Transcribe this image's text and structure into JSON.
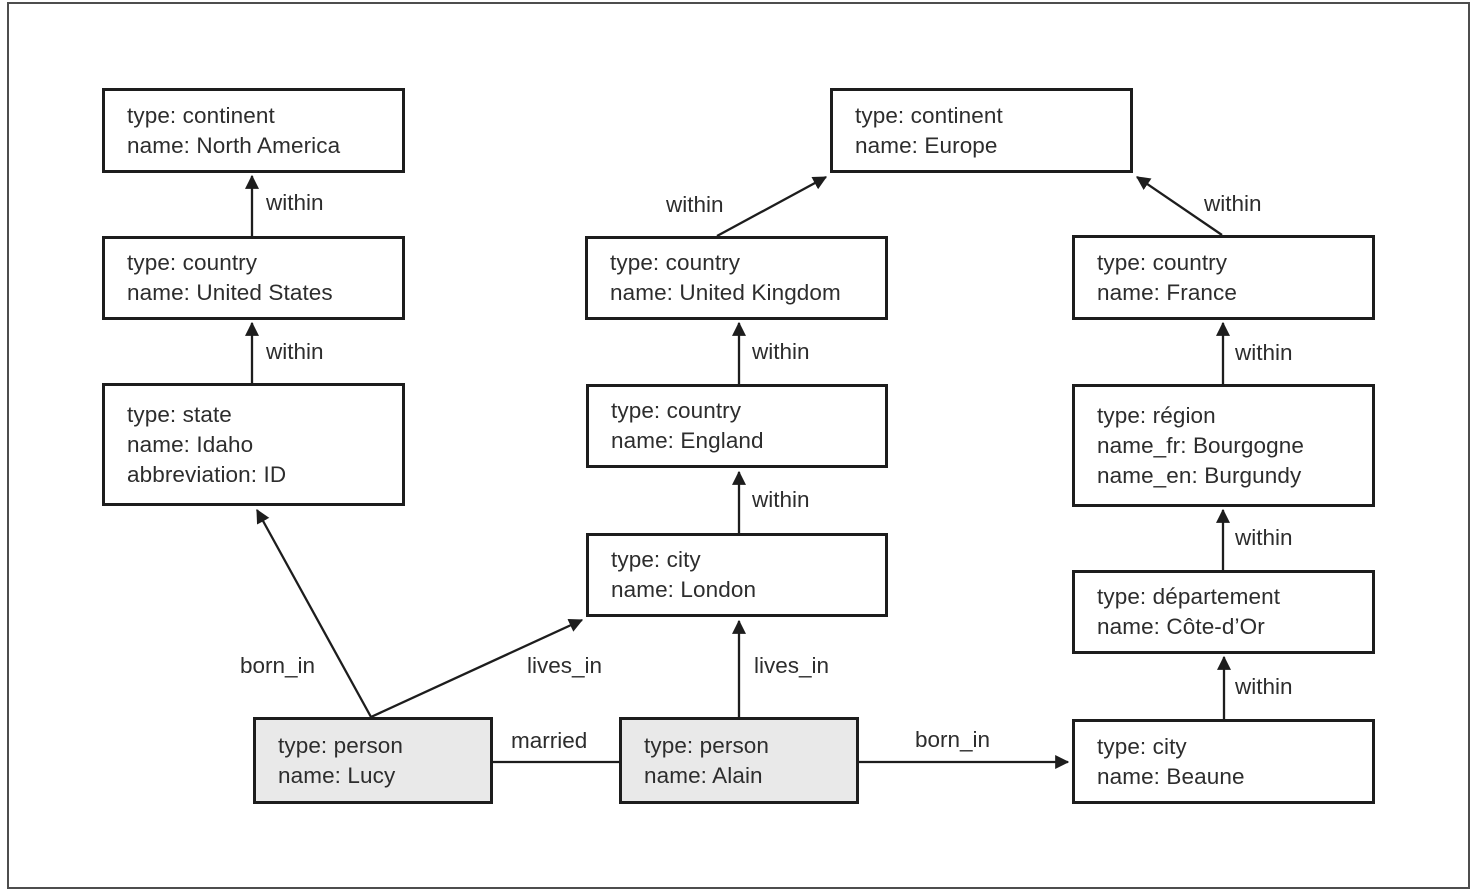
{
  "diagram": {
    "description": "Property graph data model example: people, cities, regions, countries, continents connected by born_in, lives_in, married and within edges",
    "colors": {
      "background": "#ffffff",
      "frame_border": "#4d4d4d",
      "node_border": "#1d1d1d",
      "edge_stroke": "#1d1d1d",
      "text": "#2d2d2d",
      "person_node_fill": "#e9e9e9"
    },
    "nodes": {
      "north_america": {
        "line1": "type: continent",
        "line2": "name: North America"
      },
      "united_states": {
        "line1": "type: country",
        "line2": "name: United States"
      },
      "idaho": {
        "line1": "type: state",
        "line2": "name: Idaho",
        "line3": "abbreviation: ID"
      },
      "europe": {
        "line1": "type: continent",
        "line2": "name: Europe"
      },
      "united_kingdom": {
        "line1": "type: country",
        "line2": "name: United Kingdom"
      },
      "england": {
        "line1": "type: country",
        "line2": "name: England"
      },
      "london": {
        "line1": "type: city",
        "line2": "name: London"
      },
      "france": {
        "line1": "type: country",
        "line2": "name: France"
      },
      "bourgogne": {
        "line1": "type: région",
        "line2": "name_fr: Bourgogne",
        "line3": "name_en: Burgundy"
      },
      "cote_dor": {
        "line1": "type: département",
        "line2": "name: Côte-d’Or"
      },
      "beaune": {
        "line1": "type: city",
        "line2": "name: Beaune"
      },
      "lucy": {
        "line1": "type: person",
        "line2": "name: Lucy"
      },
      "alain": {
        "line1": "type: person",
        "line2": "name: Alain"
      }
    },
    "labels": {
      "within": "within",
      "born_in": "born_in",
      "lives_in": "lives_in",
      "married": "married"
    },
    "edges": [
      {
        "from": "united_states",
        "to": "north_america",
        "label": "within"
      },
      {
        "from": "idaho",
        "to": "united_states",
        "label": "within"
      },
      {
        "from": "lucy",
        "to": "idaho",
        "label": "born_in"
      },
      {
        "from": "lucy",
        "to": "london",
        "label": "lives_in"
      },
      {
        "from": "lucy",
        "to": "alain",
        "label": "married"
      },
      {
        "from": "alain",
        "to": "london",
        "label": "lives_in"
      },
      {
        "from": "alain",
        "to": "beaune",
        "label": "born_in"
      },
      {
        "from": "london",
        "to": "england",
        "label": "within"
      },
      {
        "from": "england",
        "to": "united_kingdom",
        "label": "within"
      },
      {
        "from": "united_kingdom",
        "to": "europe",
        "label": "within"
      },
      {
        "from": "beaune",
        "to": "cote_dor",
        "label": "within"
      },
      {
        "from": "cote_dor",
        "to": "bourgogne",
        "label": "within"
      },
      {
        "from": "bourgogne",
        "to": "france",
        "label": "within"
      },
      {
        "from": "france",
        "to": "europe",
        "label": "within"
      }
    ]
  }
}
